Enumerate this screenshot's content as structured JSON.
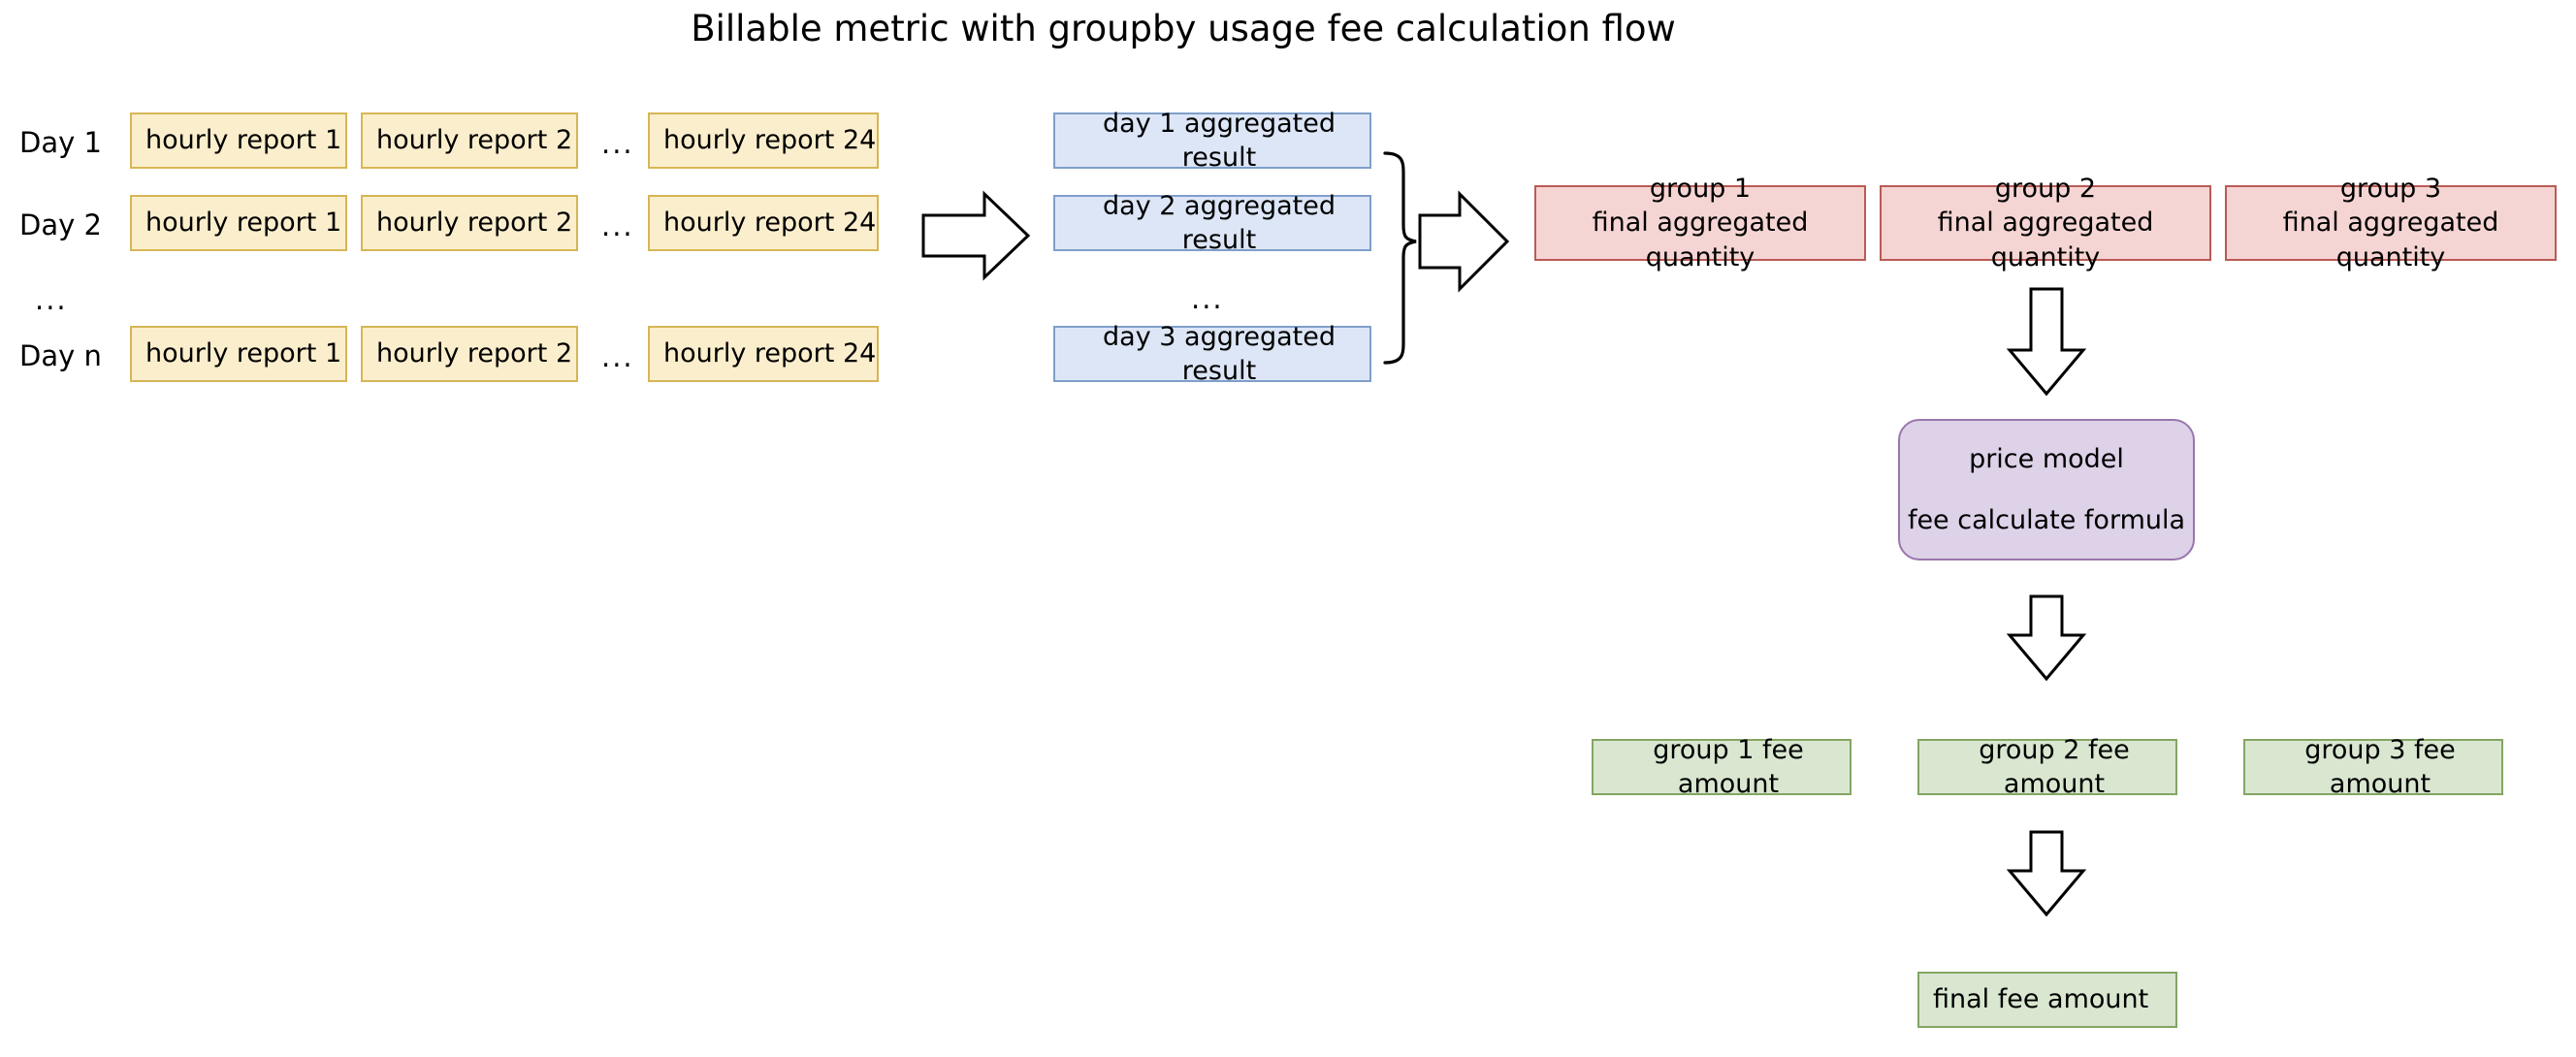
{
  "title": "Billable metric with groupby usage fee calculation flow",
  "colors": {
    "yellow_fill": "#fbeecc",
    "yellow_border": "#d6b656",
    "blue_fill": "#dce6f6",
    "blue_border": "#7f9fcb",
    "red_fill": "#f5d5d3",
    "red_border": "#b95b55",
    "green_fill": "#d9e7d1",
    "green_border": "#84a563",
    "purple_fill": "#ddd2e8",
    "purple_border": "#9a76ab",
    "stroke": "#000000",
    "background": "#ffffff"
  },
  "day_rows": [
    {
      "label": "Day 1",
      "reports": [
        "hourly report 1",
        "hourly report 2",
        "hourly report 24"
      ],
      "gap": "..."
    },
    {
      "label": "Day 2",
      "reports": [
        "hourly report 1",
        "hourly report 2",
        "hourly report 24"
      ],
      "gap": "..."
    },
    {
      "label": "...",
      "reports": [],
      "gap": ""
    },
    {
      "label": "Day n",
      "reports": [
        "hourly report 1",
        "hourly report 2",
        "hourly report 24"
      ],
      "gap": "..."
    }
  ],
  "aggregated_results": [
    {
      "label": "day 1 aggregated result"
    },
    {
      "label": "day 2 aggregated result"
    },
    {
      "label": "..."
    },
    {
      "label": "day 3 aggregated result"
    }
  ],
  "groups": [
    {
      "line1": "group 1",
      "line2": "final aggregated quantity"
    },
    {
      "line1": "group 2",
      "line2": "final aggregated quantity"
    },
    {
      "line1": "group 3",
      "line2": "final aggregated quantity"
    }
  ],
  "price_model": {
    "line1": "price model",
    "line2": "fee calculate formula"
  },
  "fee_amounts": [
    {
      "label": "group 1 fee amount"
    },
    {
      "label": "group 2 fee amount"
    },
    {
      "label": "group 3 fee amount"
    }
  ],
  "final_fee": {
    "label": "final fee amount"
  },
  "connectors": [
    {
      "name": "arrow-reports-to-aggregated",
      "direction": "right"
    },
    {
      "name": "arrow-aggregated-to-groups",
      "direction": "right"
    },
    {
      "name": "brace-aggregated-results",
      "direction": "right-curly"
    },
    {
      "name": "arrow-groups-to-price-model",
      "direction": "down"
    },
    {
      "name": "arrow-price-model-to-fees",
      "direction": "down"
    },
    {
      "name": "arrow-fees-to-final",
      "direction": "down"
    }
  ]
}
